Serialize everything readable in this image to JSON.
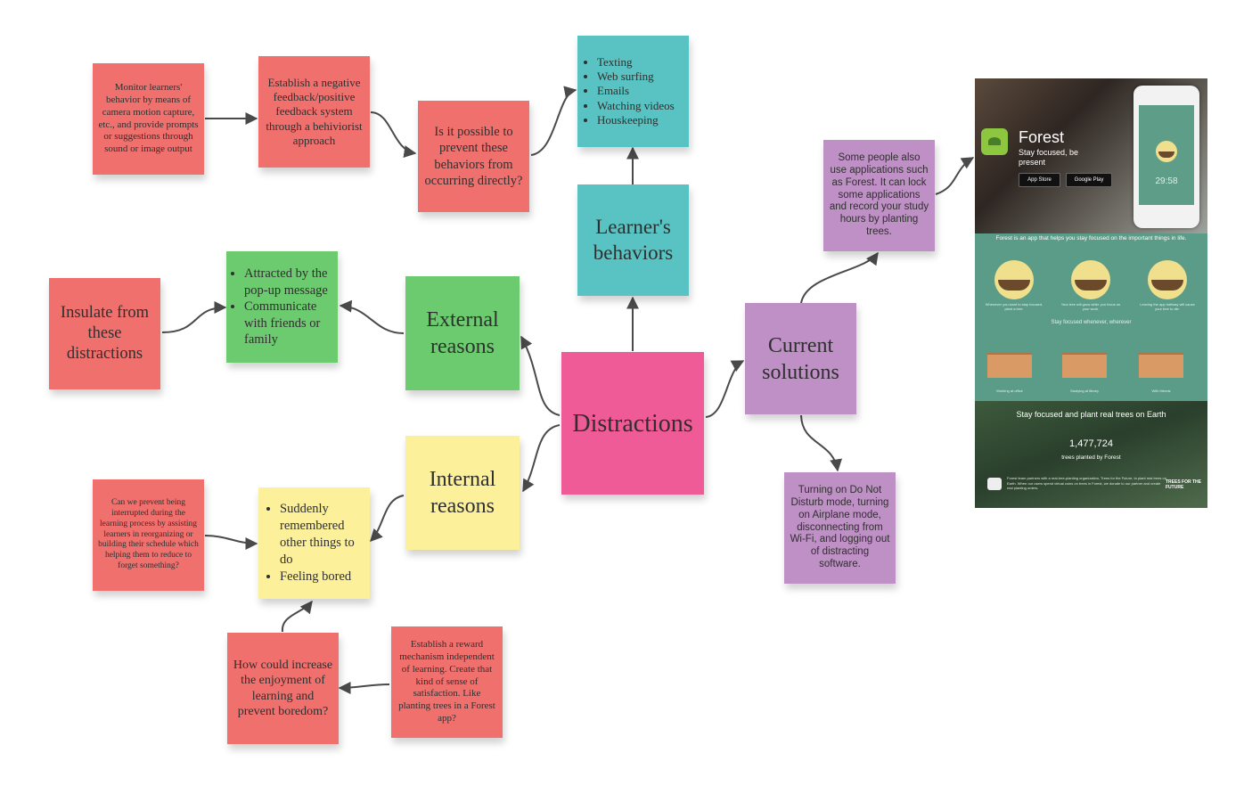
{
  "diagram": {
    "center": "Distractions",
    "branches": {
      "learner_behaviors": "Learner's behaviors",
      "external_reasons": "External reasons",
      "internal_reasons": "Internal reasons",
      "current_solutions": "Current solutions"
    },
    "behavior_list": [
      "Texting",
      "Web surfing",
      "Emails",
      "Watching videos",
      "Houskeeping"
    ],
    "prevent_question": "Is it possible to prevent these behaviors from occurring directly?",
    "feedback_system": "Establish a negative feedback/positive feedback system through a behiviorist approach",
    "monitor": "Monitor learners' behavior by means of camera motion capture, etc., and provide prompts or suggestions through sound or image output",
    "external_list": [
      "Attracted by the pop-up message",
      "Communicate with friends or family"
    ],
    "insulate": "Insulate from these distractions",
    "internal_list": [
      "Suddenly remembered other things to do",
      "Feeling bored"
    ],
    "schedule_question": "Can we prevent being interrupted during the learning process by assisting learners in reorganizing or building their schedule which helping them to reduce to forget something?",
    "enjoyment_question": "How could increase the enjoyment of learning and prevent boredom?",
    "reward": "Establish a reward mechanism independent of learning. Create that kind of sense of satisfaction. Like planting trees in a Forest app?",
    "apps_note": "Some people also use applications such as Forest. It can lock some applications and record your study hours by planting trees.",
    "dnd_note": "Turning on Do Not Disturb mode, turning on Airplane mode, disconnecting from Wi-Fi, and logging out of distracting software."
  },
  "forest": {
    "brand": "Forest",
    "tagline": "Stay focused, be present",
    "app_store": "App Store",
    "google_play": "Google Play",
    "timer": "29:58",
    "intro": "Forest is an app that helps you stay focused on the important things in life.",
    "step_captions": [
      "Whenever you want to stay focused, plant a tree.",
      "Your tree will grow while you focus on your work.",
      "Leaving the app halfway will cause your tree to die."
    ],
    "whenever": "Stay focused whenever, wherever",
    "desk_captions": [
      "Working at office",
      "Studying at library",
      "With friends"
    ],
    "real_trees": "Stay focused and plant real trees on Earth",
    "count": "1,477,724",
    "count_label": "trees planted by Forest",
    "partner_text": "Forest team partners with a real-tree-planting organization, Trees for the Future, to plant real trees on Earth. When our users spend virtual coins on trees in Forest, we donate to our partner and create real planting orders.",
    "partner_name": "TREES FOR THE FUTURE",
    "colors": {
      "panel_green": "#5a9c87",
      "tree_yellow": "#f0df8c",
      "soil_brown": "#6b4a2c"
    }
  },
  "colors": {
    "red": "#f0706e",
    "green": "#6ccb6f",
    "teal": "#58c3c2",
    "purple": "#bf90c5",
    "yellow": "#fdf09a",
    "pink": "#ef5b96",
    "connector": "#4a4a4a"
  }
}
